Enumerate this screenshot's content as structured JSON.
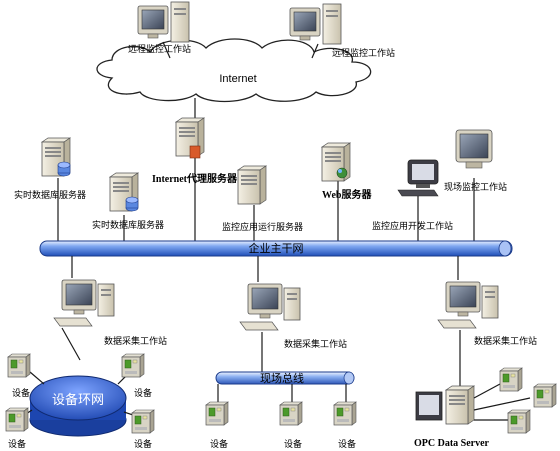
{
  "internet": {
    "label": "Internet"
  },
  "remote_ws": [
    {
      "label": "远程监控工作站"
    },
    {
      "label": "远程监控工作站"
    }
  ],
  "servers": {
    "realtime_db_1": "实时数据库服务器",
    "realtime_db_2": "实时数据库服务器",
    "internet_proxy": "Internet代理服务器",
    "monitor_app": "监控应用运行服务器",
    "web": "Web服务器",
    "monitor_dev_ws": "监控应用开发工作站",
    "field_monitor_ws": "现场监控工作站"
  },
  "backbone": {
    "label": "企业主干网"
  },
  "acquisition_ws": [
    {
      "label": "数据采集工作站"
    },
    {
      "label": "数据采集工作站"
    },
    {
      "label": "数据采集工作站"
    }
  ],
  "ring": {
    "label": "设备环网"
  },
  "fieldbus": {
    "label": "现场总线"
  },
  "opc": {
    "label": "OPC Data Server"
  },
  "device_label": "设备",
  "colors": {
    "bus_fill": "#3a6fd8",
    "bus_light": "#c9dcff",
    "ring_fill": "#2b5fd3",
    "device_green": "#4c9a2a"
  }
}
